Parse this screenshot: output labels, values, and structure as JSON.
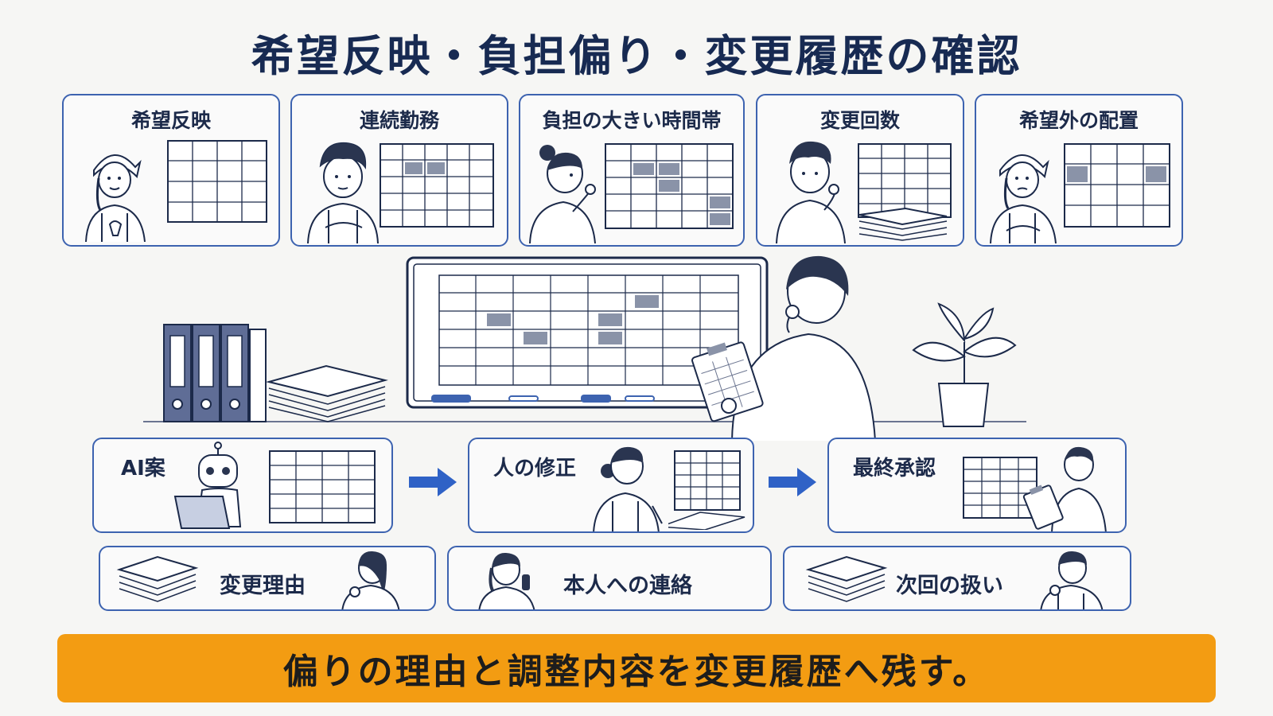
{
  "title": "希望反映・負担偏り・変更履歴の確認",
  "top_cards": [
    {
      "label": "希望反映"
    },
    {
      "label": "連続勤務"
    },
    {
      "label": "負担の大きい時間帯"
    },
    {
      "label": "変更回数"
    },
    {
      "label": "希望外の配置"
    }
  ],
  "flow": [
    {
      "label": "AI案"
    },
    {
      "label": "人の修正"
    },
    {
      "label": "最終承認"
    }
  ],
  "bottom": [
    {
      "label": "変更理由"
    },
    {
      "label": "本人への連絡"
    },
    {
      "label": "次回の扱い"
    }
  ],
  "banner": "偏りの理由と調整内容を変更履歴へ残す。",
  "colors": {
    "border": "#3d63b0",
    "banner": "#f39c12",
    "arrow": "#2f62c6",
    "ink": "#1c2a4a"
  }
}
